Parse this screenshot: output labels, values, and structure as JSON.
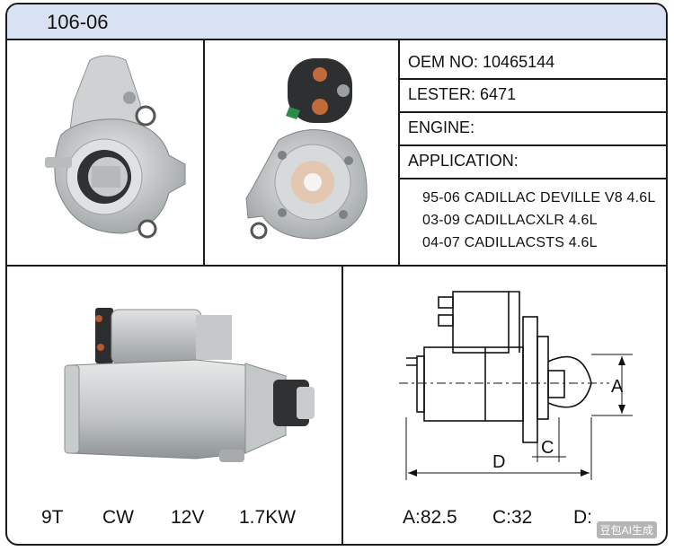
{
  "header": {
    "title": "106-06"
  },
  "specs": {
    "oem_label": "OEM NO:",
    "oem_value": "10465144",
    "lester_label": "LESTER:",
    "lester_value": "6471",
    "engine_label": "ENGINE:",
    "application_label": "APPLICATION:"
  },
  "applications": [
    "95-06 CADILLAC DEVILLE V8 4.6L",
    "03-09 CADILLACXLR 4.6L",
    "04-07 CADILLACSTS 4.6L"
  ],
  "bottom_specs": {
    "teeth": "9T",
    "rotation": "CW",
    "voltage": "12V",
    "power": "1.7KW"
  },
  "dimensions": {
    "a": "A:82.5",
    "c": "C:32",
    "d": "D:"
  },
  "diagram_labels": {
    "a": "A",
    "c": "C",
    "d": "D"
  },
  "watermark": "豆包AI生成"
}
